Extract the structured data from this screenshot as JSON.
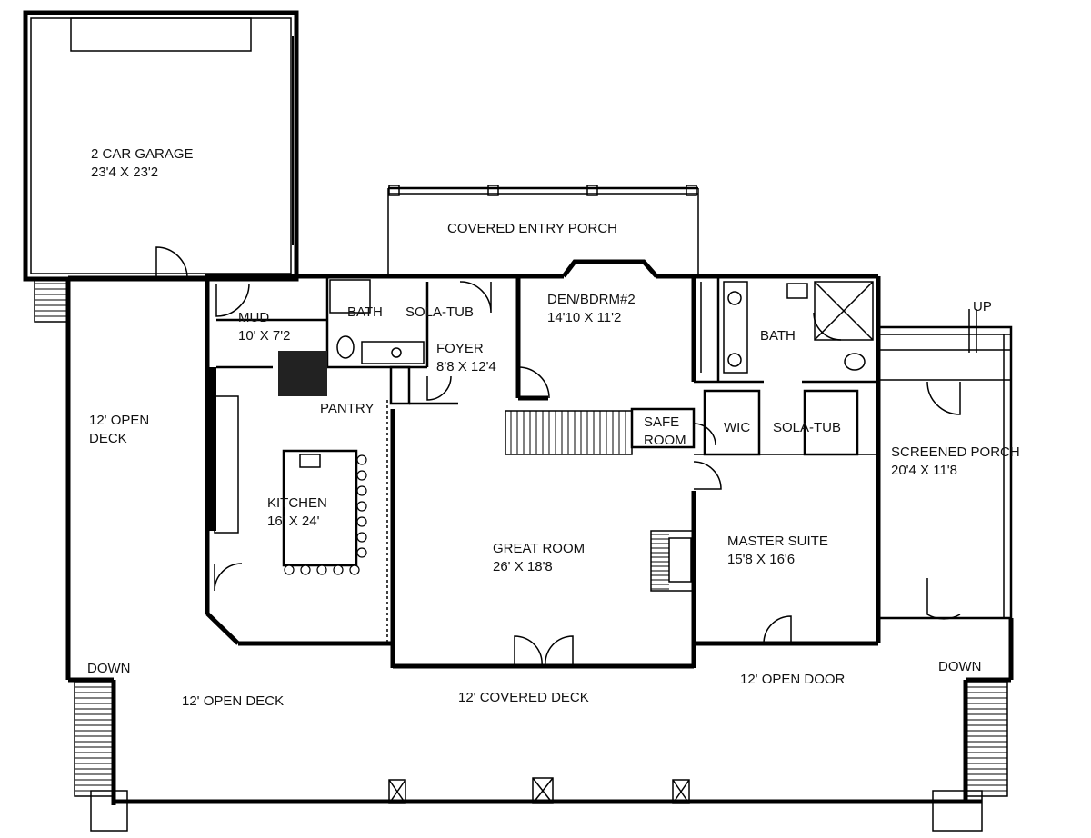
{
  "rooms": {
    "garage": {
      "name": "2 CAR GARAGE",
      "size": "23'4 X 23'2"
    },
    "entry_porch": {
      "name": "COVERED ENTRY PORCH"
    },
    "mud": {
      "name": "MUD",
      "size": "10' X 7'2"
    },
    "bath1": {
      "name": "BATH"
    },
    "sola_tub1": {
      "name": "SOLA-TUB"
    },
    "foyer": {
      "name": "FOYER",
      "size": "8'8 X 12'4"
    },
    "den": {
      "name": "DEN/BDRM#2",
      "size": "14'10 X 11'2"
    },
    "bath2": {
      "name": "BATH"
    },
    "pantry": {
      "name": "PANTRY"
    },
    "safe_room": {
      "name1": "SAFE",
      "name2": "ROOM"
    },
    "wic": {
      "name": "WIC"
    },
    "sola_tub2": {
      "name": "SOLA-TUB"
    },
    "screened_porch": {
      "name": "SCREENED PORCH",
      "size": "20'4 X 11'8"
    },
    "kitchen": {
      "name": "KITCHEN",
      "size": "16' X 24'"
    },
    "great_room": {
      "name": "GREAT ROOM",
      "size": "26' X 18'8"
    },
    "master_suite": {
      "name": "MASTER SUITE",
      "size": "15'8 X 16'6"
    },
    "left_deck": {
      "name1": "12' OPEN",
      "name2": "DECK"
    },
    "bottom_left_deck": {
      "name": "12' OPEN DECK"
    },
    "covered_deck": {
      "name": "12' COVERED DECK"
    },
    "open_door": {
      "name": "12' OPEN DOOR"
    }
  },
  "stairs": {
    "up": "UP",
    "down_left": "DOWN",
    "down_right": "DOWN"
  }
}
